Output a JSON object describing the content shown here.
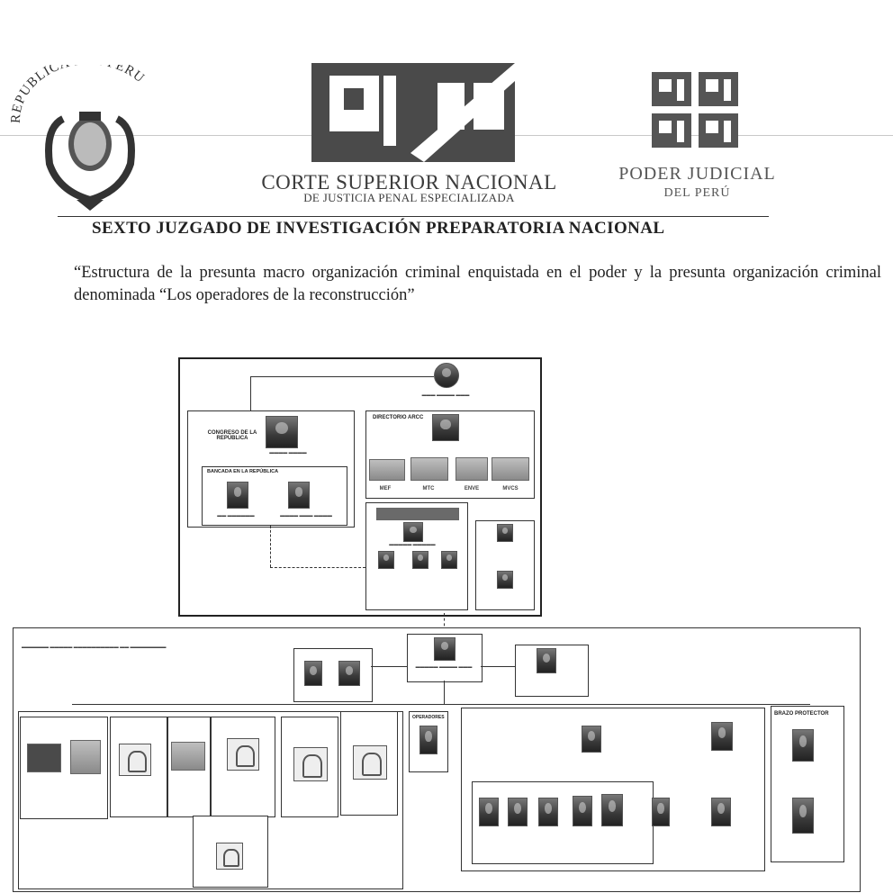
{
  "header": {
    "seal_text": "REPUBLICA DEL PERU",
    "court_line1": "CORTE SUPERIOR NACIONAL",
    "court_line2": "DE JUSTICIA PENAL ESPECIALIZADA",
    "pj_line1": "PODER JUDICIAL",
    "pj_line2": "DEL PERÚ"
  },
  "court_name": "SEXTO JUZGADO DE INVESTIGACIÓN PREPARATORIA NACIONAL",
  "caption": "“Estructura de la presunta macro organización criminal enquistada en el poder y la presunta organización criminal denominada “Los operadores de la reconstrucción”",
  "chart": {
    "top_left_title": "CONGRESO DE LA REPÚBLICA",
    "bancada_title": "BANCADA EN LA REPÚBLICA",
    "directorio_title": "DIRECTORIO ARCC",
    "entities": [
      "MEF",
      "MTC",
      "ENVE",
      "MVCS"
    ],
    "brazo_title": "BRAZO PROTECTOR",
    "operadores_title": "OPERADORES"
  }
}
